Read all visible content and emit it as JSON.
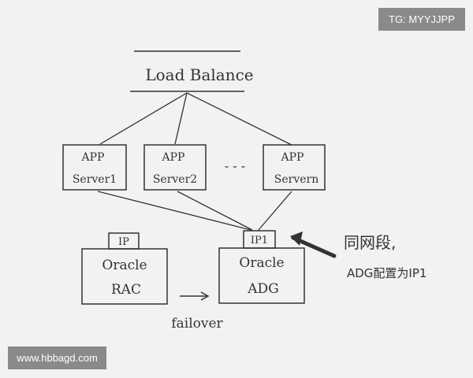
{
  "watermarks": {
    "top_right": "TG: MYYJJPP",
    "bottom_left": "www.hbbagd.com"
  },
  "diagram": {
    "load_balancer": "Load Balance",
    "app_servers": [
      {
        "line1": "APP",
        "line2": "Server1"
      },
      {
        "line1": "APP",
        "line2": "Server2"
      },
      {
        "line1": "APP",
        "line2": "Servern"
      }
    ],
    "ellipsis": "- - -",
    "rac": {
      "tab": "IP",
      "line1": "Oracle",
      "line2": "RAC"
    },
    "adg": {
      "tab": "IP1",
      "line1": "Oracle",
      "line2": "ADG"
    },
    "failover_label": "failover",
    "note": {
      "line1": "同网段,",
      "line2": "ADG配置为IP1"
    }
  },
  "colors": {
    "ink": "#333333",
    "paper": "#f2f2f0",
    "watermark_bg": "#8a8a8a"
  }
}
